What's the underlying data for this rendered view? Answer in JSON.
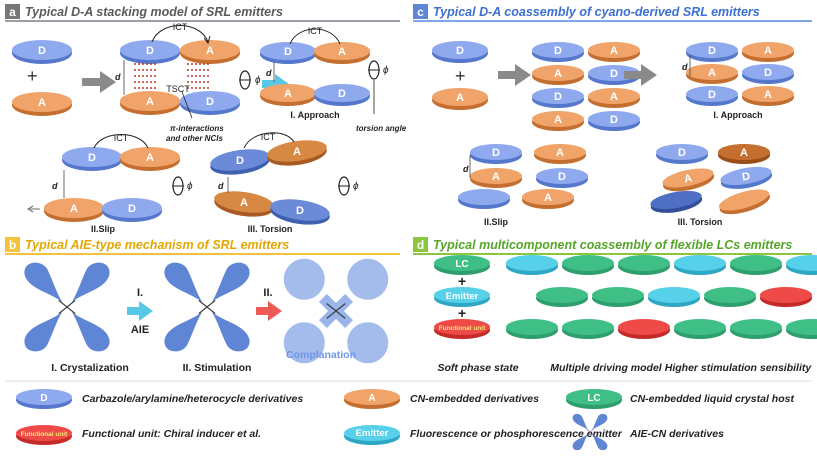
{
  "colors": {
    "donor": "#8fa9ee",
    "donor_dark": "#5577cc",
    "acceptor": "#f0a46a",
    "acceptor_dark": "#c46f30",
    "lc": "#3fbf86",
    "emitter": "#57d0ea",
    "functional": "#ee4b48",
    "aie": "#5f86d4",
    "panel_a_line": "#9aa0a6",
    "panel_c_line": "#7fa6e6",
    "panel_b_line": "#f3c33e",
    "panel_d_line": "#8cc63f",
    "arrow_gray": "#8a8a8a",
    "arrow_cyan": "#58c8e6",
    "arrow_red": "#ee5b55",
    "dots": "#c0392b"
  },
  "panels": {
    "a": {
      "badge": "a",
      "title": "Typical D-A stacking model of SRL emitters",
      "labels": {
        "D": "D",
        "A": "A",
        "plus": "+",
        "ICT": "ICT",
        "TSCT": "TSCT",
        "d": "d",
        "phi": "ϕ",
        "pi_line1": "π-interactions",
        "pi_line2": "and other NCIs",
        "approach": "I. Approach",
        "torsion_angle": "torsion angle",
        "slip": "II.Slip",
        "torsion": "III. Torsion"
      }
    },
    "b": {
      "badge": "b",
      "title": "Typical AIE-type mechanism of SRL emitters",
      "labels": {
        "step1": "I.",
        "aie": "AIE",
        "step2": "II.",
        "crystalization": "I. Crystalization",
        "stimulation": "II. Stimulation",
        "complanation": "Complanation"
      }
    },
    "c": {
      "badge": "c",
      "title": "Typical D-A coassembly of cyano-derived SRL emitters",
      "labels": {
        "plus": "+",
        "d": "d",
        "approach": "I. Approach",
        "slip": "II.Slip",
        "torsion": "III. Torsion"
      }
    },
    "d": {
      "badge": "d",
      "title": "Typical multicomponent coassembly of flexible LCs emitters",
      "labels": {
        "lc": "LC",
        "emitter": "Emitter",
        "functional": "Functional unit",
        "plus": "+",
        "soft": "Soft phase state",
        "multiple": "Multiple driving model",
        "higher": "Higher stimulation sensibility"
      },
      "grid_rows": [
        [
          "emitter",
          "lc",
          "lc",
          "emitter",
          "lc",
          "emitter"
        ],
        [
          "lc",
          "lc",
          "emitter",
          "lc",
          "functional"
        ],
        [
          "lc",
          "lc",
          "functional",
          "lc",
          "lc",
          "lc"
        ]
      ]
    }
  },
  "legend": {
    "donor_tag": "D",
    "donor_text": "Carbazole/arylamine/heterocycle derivatives",
    "acceptor_tag": "A",
    "acceptor_text": "CN-embedded derivatives",
    "lc_tag": "LC",
    "lc_text": "CN-embedded liquid crystal host",
    "functional_tag": "Functional unit",
    "functional_text": "Functional unit: Chiral inducer et al.",
    "emitter_tag": "Emitter",
    "emitter_text": "Fluorescence or phosphorescence emitter",
    "aie_text": "AIE-CN derivatives"
  }
}
